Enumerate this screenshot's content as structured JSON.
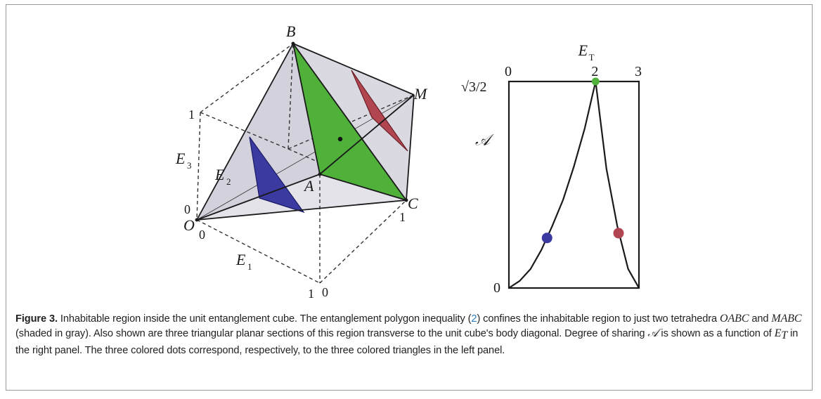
{
  "figure": {
    "label": "Figure 3.",
    "caption_parts": {
      "p1": " Inhabitable region inside the unit entanglement cube. The entanglement polygon inequality (",
      "ref": "2",
      "p2": ") confines the inhabitable region to just two tetrahedra ",
      "t1": "OABC",
      "p3": " and ",
      "t2": "MABC",
      "p4": " (shaded in gray). Also shown are three triangular planar sections of this region transverse to the unit cube's body diagonal. Degree of sharing ",
      "sym": "𝒜",
      "p5": " is shown as a function of ",
      "et": "E",
      "et_sub": "T",
      "p6": " in the right panel. The three colored dots correspond, respectively, to the three colored triangles in the left panel."
    }
  },
  "left_panel": {
    "vertices": {
      "O": "O",
      "A": "A",
      "B": "B",
      "C": "C",
      "M": "M"
    },
    "axes": {
      "E1": {
        "name": "E",
        "sub": "1",
        "start": "0",
        "end": "1"
      },
      "E2": {
        "name": "E",
        "sub": "2"
      },
      "E3": {
        "name": "E",
        "sub": "3",
        "start": "0",
        "end": "1"
      },
      "E1_far_zero": "0",
      "C_tick": "1",
      "O_zero": "0"
    },
    "colors": {
      "blue": "#3b3aa0",
      "green": "#4fb03a",
      "red": "#b24650",
      "gray_fill": "#c8c8d2"
    }
  },
  "chart_data": {
    "type": "line",
    "xlabel_name": "E",
    "xlabel_sub": "T",
    "ylabel": "𝒜",
    "x_ticks": [
      "0",
      "2",
      "3"
    ],
    "y_ticks": [
      "0",
      "√3/2"
    ],
    "xlim": [
      0,
      3
    ],
    "ylim": [
      0,
      0.866
    ],
    "series": [
      {
        "x": [
          0,
          0.25,
          0.5,
          0.75,
          1.0,
          1.25,
          1.5,
          1.75,
          2.0
        ],
        "y": [
          0,
          0.03,
          0.08,
          0.16,
          0.26,
          0.37,
          0.51,
          0.67,
          0.866
        ]
      },
      {
        "x": [
          2.0,
          2.25,
          2.5,
          2.75,
          3.0
        ],
        "y": [
          0.866,
          0.5,
          0.26,
          0.08,
          0
        ]
      }
    ],
    "points": [
      {
        "x": 0.88,
        "y": 0.21,
        "color": "#3b3aa0"
      },
      {
        "x": 2.0,
        "y": 0.866,
        "color": "#4fb03a"
      },
      {
        "x": 2.53,
        "y": 0.23,
        "color": "#b24650"
      }
    ]
  }
}
